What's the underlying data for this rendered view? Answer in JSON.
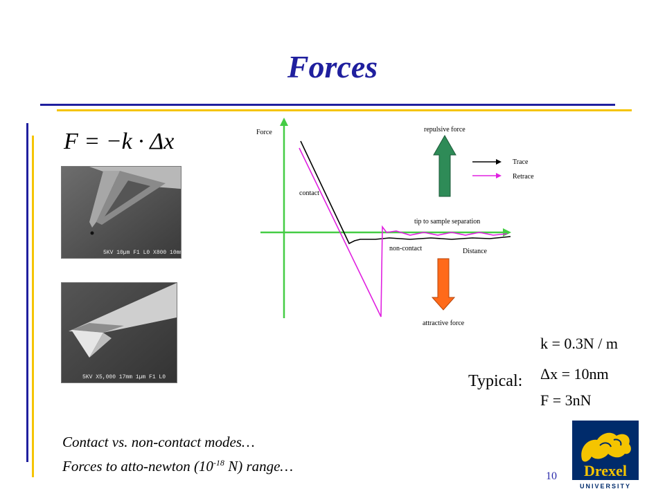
{
  "slide": {
    "title": "Forces",
    "formula": "F = −k · Δx",
    "page_number": "10"
  },
  "chart": {
    "y_axis_label": "Force",
    "x_axis_label": "Distance",
    "repulsive_label": "repulsive force",
    "attractive_label": "attractive force",
    "contact_label": "contact",
    "non_contact_label": "non-contact",
    "separation_label": "tip to sample separation",
    "legend": [
      {
        "label": "Trace",
        "color": "#000000"
      },
      {
        "label": "Retrace",
        "color": "#e020e0"
      }
    ],
    "colors": {
      "axes": "#44cc44",
      "repulsive_arrow": "#2e8b57",
      "attractive_arrow": "#ff6a1a"
    }
  },
  "images": {
    "cantilever_label": "5KV  10µm F1 L0  X800 10mm",
    "tip_label": "5KV  X5,000 17mm  1µm F1 L0"
  },
  "typical": {
    "label": "Typical:",
    "k": "k = 0.3N / m",
    "dx": "Δx = 10nm",
    "F": "F = 3nN"
  },
  "caption": {
    "line1": "Contact vs. non-contact modes…",
    "line2_prefix": "Forces to atto-newton (10",
    "line2_exp": "-18",
    "line2_suffix": " N) range…"
  },
  "logo": {
    "name": "Drexel",
    "subtitle": "UNIVERSITY",
    "colors": {
      "navy": "#002b6b",
      "gold": "#f5c400"
    }
  }
}
